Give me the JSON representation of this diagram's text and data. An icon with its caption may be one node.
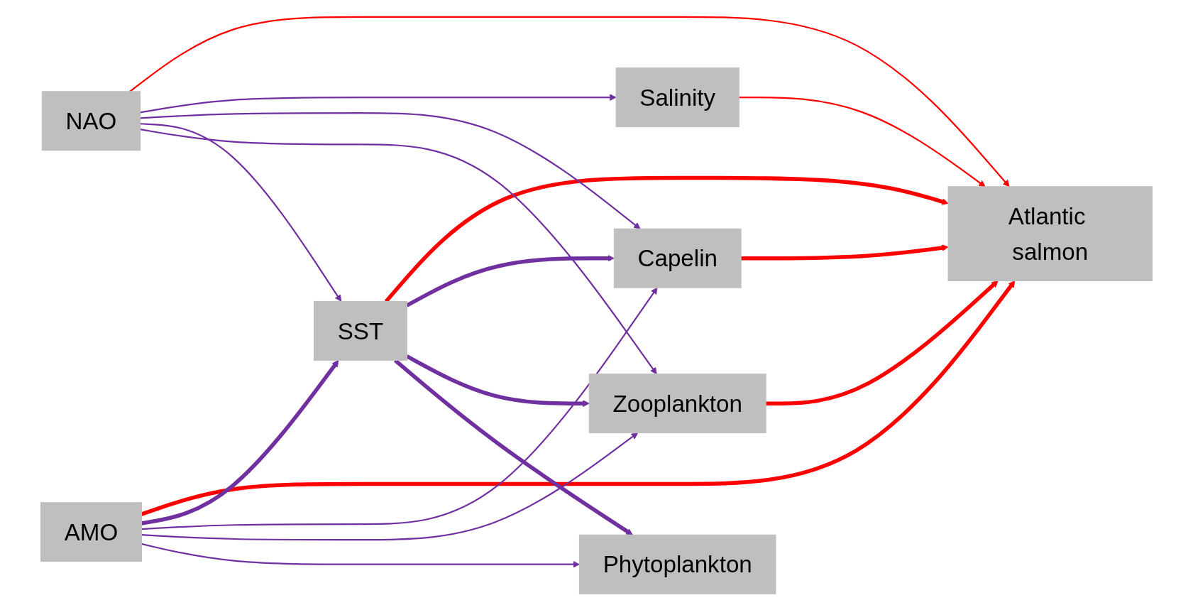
{
  "diagram": {
    "nodes": [
      {
        "text": [
          "Atlantic salmon"
        ]
      },
      {
        "text": [
          "Capelin"
        ]
      },
      {
        "text": [
          "Salinity"
        ]
      },
      {
        "text": [
          "SST"
        ]
      },
      {
        "text": [
          "Zooplankton"
        ]
      },
      {
        "text": [
          "Phytoplankton"
        ]
      },
      {
        "text": [
          "NAO"
        ]
      },
      {
        "text": [
          "AMO"
        ]
      }
    ],
    "edges": [
      {
        "from": 2,
        "to": 0,
        "arrow": "to",
        "color": "#ff0000"
      },
      {
        "from": 3,
        "to": 0,
        "arrow": "to",
        "style": "thick",
        "color": "#ff0000"
      },
      {
        "from": 1,
        "to": 0,
        "arrow": "to",
        "style": "thick",
        "color": "#ff0000"
      },
      {
        "from": 4,
        "to": 0,
        "arrow": "to",
        "style": "thick",
        "color": "#ff0000"
      },
      {
        "from": 7,
        "to": 0,
        "arrow": "to",
        "style": "thick",
        "color": "#ff0000"
      },
      {
        "from": 6,
        "to": 0,
        "arrow": "to",
        "color": "#ff0000"
      },
      {
        "from": 6,
        "to": 2,
        "arrow": "to"
      },
      {
        "from": 6,
        "to": 1,
        "arrow": "to"
      },
      {
        "from": 6,
        "to": 3,
        "arrow": "to"
      },
      {
        "from": 6,
        "to": 4,
        "arrow": "to"
      },
      {
        "from": 7,
        "to": 3,
        "arrow": "to",
        "style": "thick"
      },
      {
        "from": 7,
        "to": 1,
        "arrow": "to"
      },
      {
        "from": 7,
        "to": 4,
        "arrow": "to"
      },
      {
        "from": 7,
        "to": 5,
        "arrow": "to"
      },
      {
        "from": 3,
        "to": 1,
        "arrow": "to",
        "style": "thick"
      },
      {
        "from": 3,
        "to": 4,
        "arrow": "to",
        "style": "thick"
      },
      {
        "from": 3,
        "to": 5,
        "arrow": "to",
        "style": "thick"
      }
    ]
  }
}
